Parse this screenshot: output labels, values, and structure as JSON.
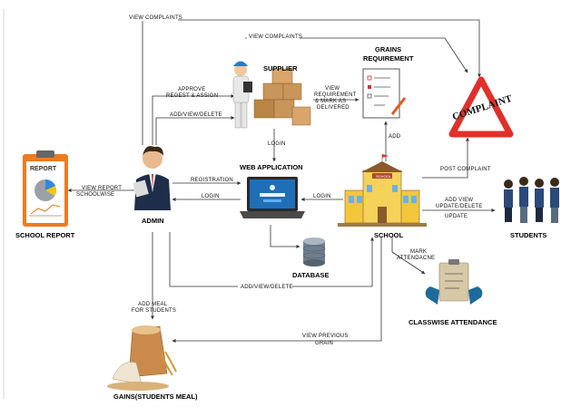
{
  "nodes": {
    "supplier": "SUPPLIER",
    "grains_requirement": [
      "GRAINS",
      "REQUIREMENT"
    ],
    "complaint": "COMPLAINT",
    "report_icon_text": "REPORT",
    "school_report": "SCHOOL REPORT",
    "admin": "ADMIN",
    "web_application": "WEB APPLICATION",
    "database": "DATABASE",
    "school": "SCHOOL",
    "school_sign": "SCHOOL",
    "students": "STUDENTS",
    "classwise_attendance": "CLASSWISE ATTENDANCE",
    "gains_students_meal": "GAINS(STUDENTS MEAL)"
  },
  "edges": {
    "view_complaints_top": "VIEW COMPLAINTS",
    "view_complaints_mid": "VIEW COMPLAINTS",
    "approve_request": [
      "APPROVE",
      "REGEST & ASSIGN"
    ],
    "add_view_delete_supplier": "ADD/VIEW/DELETE",
    "view_requirement": [
      "VIEW",
      "REQUIREMENT",
      "& MARK AS",
      "DELIVERED"
    ],
    "add_grains": "ADD",
    "login_supplier": "LOGIN",
    "post_complaint": "POST COMPLAINT",
    "view_report": [
      "VIEW REPORT",
      "SCHOOLWISE"
    ],
    "registration": "REGISTRATION",
    "login_admin": "LOGIN",
    "login_school": "LOGIN",
    "add_view_update_students": [
      "ADD VIEW",
      "UPDATE/DELETE",
      "UPDATE"
    ],
    "add_view_delete_school": "ADD/VIEW/DELETE",
    "mark_attendance": [
      "MARK",
      "ATTENDACNE"
    ],
    "add_meal": [
      "ADD MEAL",
      "FOR STUDENTS"
    ],
    "view_previous_grain": [
      "VIEW PREVIOUS",
      "GRAIN"
    ]
  },
  "colors": {
    "line": "#333333",
    "complaint_red": "#e0302a",
    "report_orange": "#f07a1e",
    "suit_navy": "#1e2e4a",
    "laptop_blue": "#1f6fb8",
    "school_yellow": "#f3c73a",
    "school_brown": "#8a5a2b",
    "grain_tan": "#c98a4b"
  }
}
